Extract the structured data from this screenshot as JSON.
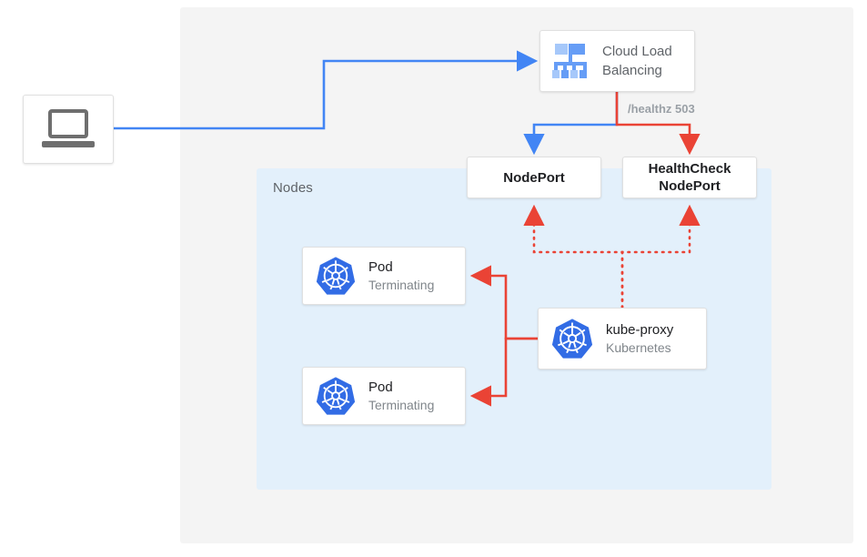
{
  "regions": {
    "outer": {
      "name": "diagram-panel"
    },
    "nodes": {
      "label": "Nodes",
      "fill": "#e3f0fb"
    }
  },
  "colors": {
    "blue_traffic": "#4285f4",
    "red_health": "#ea4335",
    "k8s_blue": "#326ce5",
    "panel_gray": "#f4f4f4",
    "nodes_blue": "#e3f0fb",
    "text_primary": "#202124",
    "text_secondary": "#5f6368",
    "text_muted": "#80868b"
  },
  "nodes": {
    "client": {
      "icon": "laptop-icon",
      "name": "client-laptop"
    },
    "load_balancer": {
      "icon": "cloud-load-balancing-icon",
      "title_line1": "Cloud Load",
      "title_line2": "Balancing"
    },
    "nodeport": {
      "label": "NodePort"
    },
    "healthcheck_nodeport": {
      "label_line1": "HealthCheck",
      "label_line2": "NodePort"
    },
    "pod1": {
      "icon": "kubernetes-icon",
      "title": "Pod",
      "subtitle": "Terminating"
    },
    "pod2": {
      "icon": "kubernetes-icon",
      "title": "Pod",
      "subtitle": "Terminating"
    },
    "kube_proxy": {
      "icon": "kubernetes-icon",
      "title": "kube-proxy",
      "subtitle": "Kubernetes"
    }
  },
  "edges": {
    "healthz": {
      "label": "/healthz 503",
      "style": "solid",
      "color": "#ea4335"
    },
    "client_to_lb": {
      "style": "solid",
      "color": "#4285f4"
    },
    "lb_to_nodeport": {
      "style": "solid",
      "color": "#4285f4"
    },
    "lb_to_hc_nodeport": {
      "style": "solid",
      "color": "#ea4335"
    },
    "proxy_to_nodeports": {
      "style": "dotted",
      "color": "#ea4335"
    },
    "proxy_to_pods": {
      "style": "solid",
      "color": "#ea4335"
    }
  }
}
